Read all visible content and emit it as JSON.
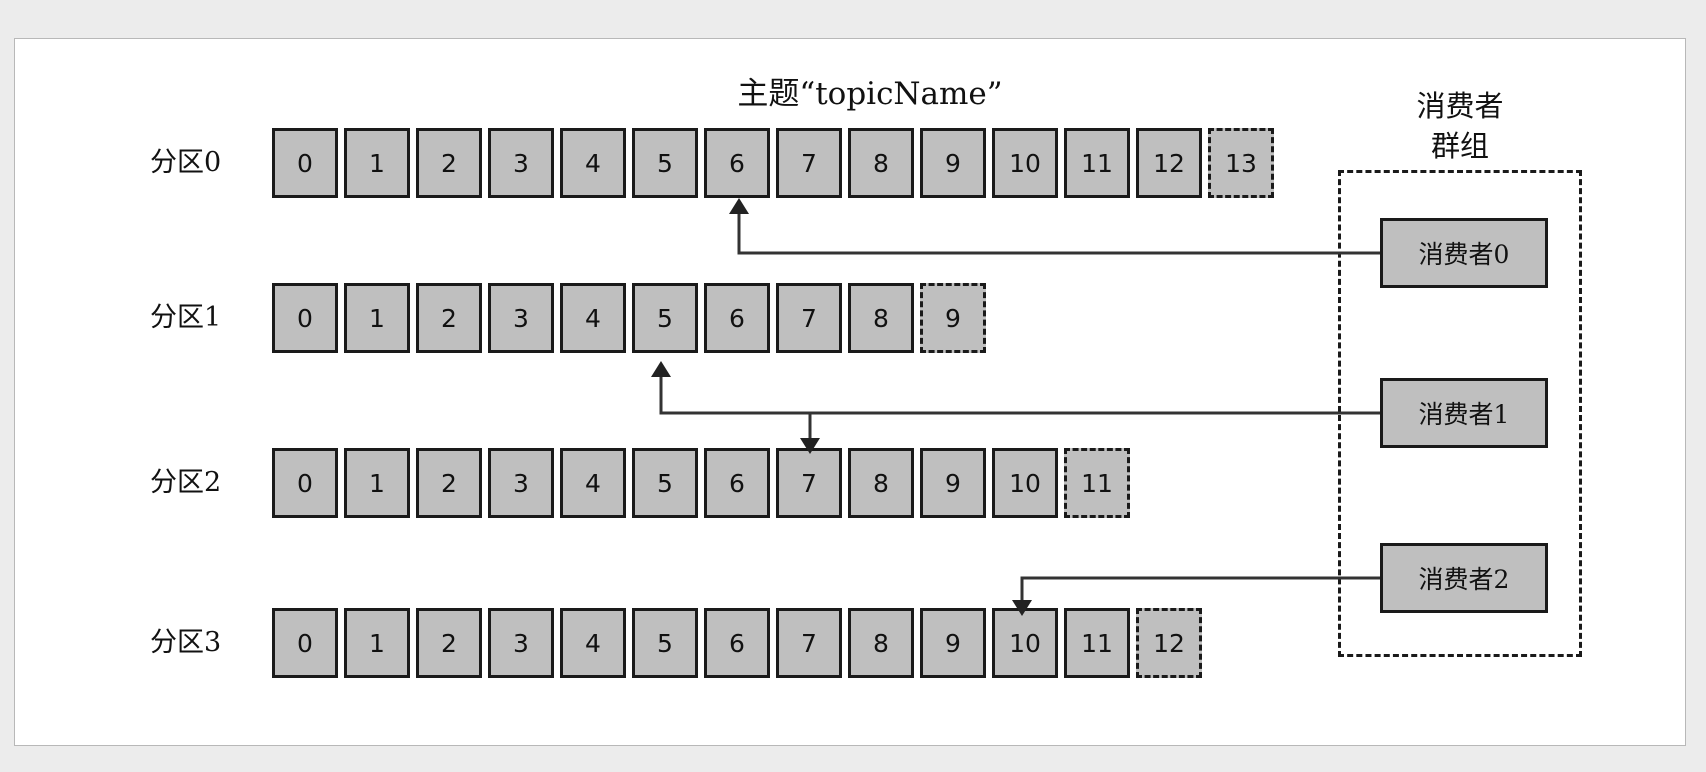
{
  "title": "主题“topicName”",
  "consumer_group_label": [
    "消费者",
    "群组"
  ],
  "partitions": [
    {
      "label": "分区0",
      "offsets": [
        "0",
        "1",
        "2",
        "3",
        "4",
        "5",
        "6",
        "7",
        "8",
        "9",
        "10",
        "11",
        "12",
        "13"
      ],
      "pending_offset": "13"
    },
    {
      "label": "分区1",
      "offsets": [
        "0",
        "1",
        "2",
        "3",
        "4",
        "5",
        "6",
        "7",
        "8",
        "9"
      ],
      "pending_offset": "9"
    },
    {
      "label": "分区2",
      "offsets": [
        "0",
        "1",
        "2",
        "3",
        "4",
        "5",
        "6",
        "7",
        "8",
        "9",
        "10",
        "11"
      ],
      "pending_offset": "11"
    },
    {
      "label": "分区3",
      "offsets": [
        "0",
        "1",
        "2",
        "3",
        "4",
        "5",
        "6",
        "7",
        "8",
        "9",
        "10",
        "11",
        "12"
      ],
      "pending_offset": "12"
    }
  ],
  "consumers": [
    {
      "label": "消费者0",
      "reads": [
        {
          "partition": "分区0",
          "offset": "6"
        }
      ]
    },
    {
      "label": "消费者1",
      "reads": [
        {
          "partition": "分区1",
          "offset": "5"
        },
        {
          "partition": "分区2",
          "offset": "7"
        }
      ]
    },
    {
      "label": "消费者2",
      "reads": [
        {
          "partition": "分区3",
          "offset": "10"
        }
      ]
    }
  ],
  "colors": {
    "cell_fill": "#bfbfbf",
    "border": "#1a1a1a",
    "background": "#ffffff"
  }
}
